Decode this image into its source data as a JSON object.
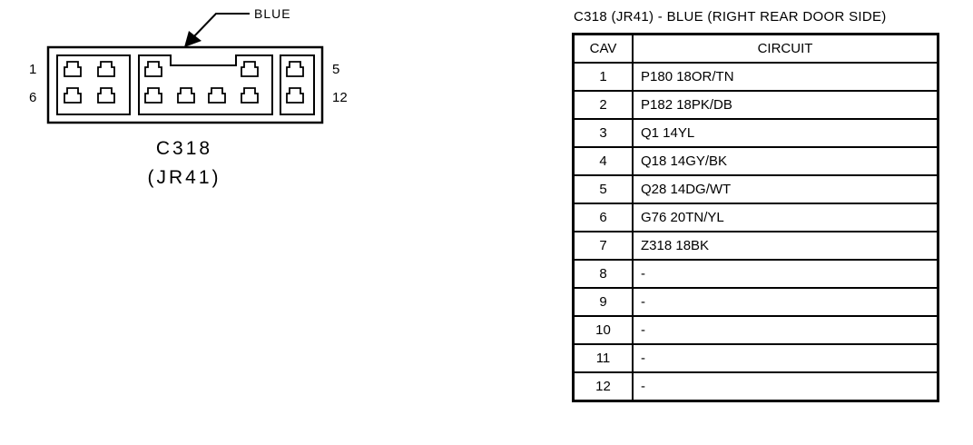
{
  "connector": {
    "color_callout": "BLUE",
    "name": "C318",
    "alt_name": "(JR41)",
    "pin_labels": {
      "top_left": "1",
      "bottom_left": "6",
      "top_right": "5",
      "bottom_right": "12"
    }
  },
  "table": {
    "title": "C318 (JR41) - BLUE (RIGHT REAR DOOR SIDE)",
    "headers": {
      "cav": "CAV",
      "circuit": "CIRCUIT"
    },
    "rows": [
      {
        "cav": "1",
        "circuit": "P180 18OR/TN"
      },
      {
        "cav": "2",
        "circuit": "P182 18PK/DB"
      },
      {
        "cav": "3",
        "circuit": "Q1 14YL"
      },
      {
        "cav": "4",
        "circuit": "Q18 14GY/BK"
      },
      {
        "cav": "5",
        "circuit": "Q28 14DG/WT"
      },
      {
        "cav": "6",
        "circuit": "G76 20TN/YL"
      },
      {
        "cav": "7",
        "circuit": "Z318 18BK"
      },
      {
        "cav": "8",
        "circuit": "-"
      },
      {
        "cav": "9",
        "circuit": "-"
      },
      {
        "cav": "10",
        "circuit": "-"
      },
      {
        "cav": "11",
        "circuit": "-"
      },
      {
        "cav": "12",
        "circuit": "-"
      }
    ]
  }
}
